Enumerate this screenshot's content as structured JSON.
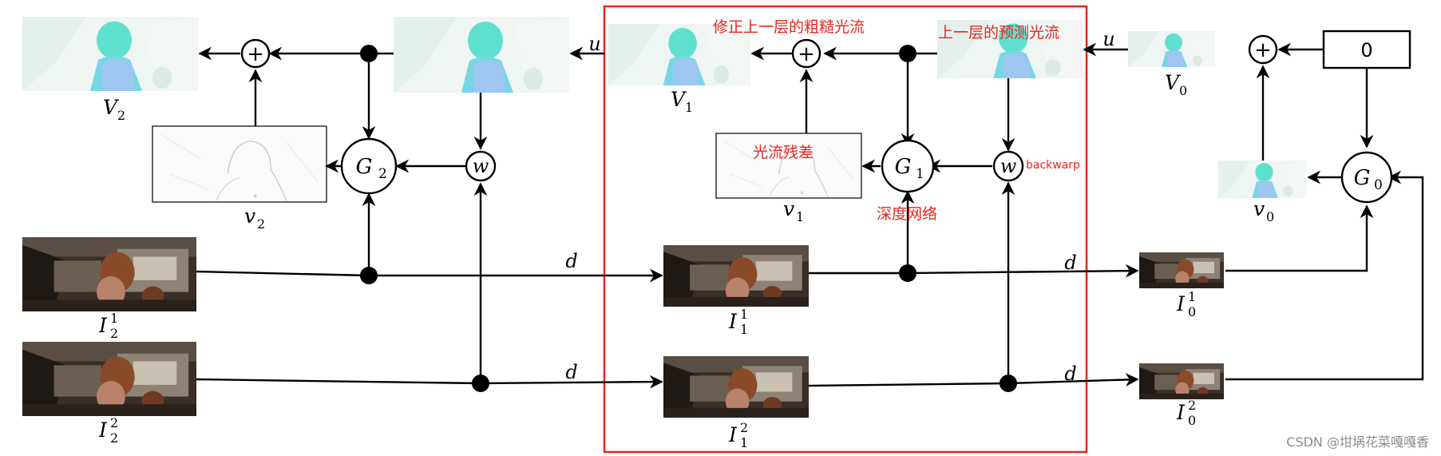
{
  "nodes": {
    "g2": {
      "main": "G",
      "sub": "2"
    },
    "g1": {
      "main": "G",
      "sub": "1"
    },
    "g0": {
      "main": "G",
      "sub": "0"
    },
    "warp": "w",
    "plus": "+",
    "zero_box": "0"
  },
  "labels": {
    "u": "u",
    "d": "d",
    "V2": {
      "main": "V",
      "sub": "2"
    },
    "V1": {
      "main": "V",
      "sub": "1"
    },
    "V0": {
      "main": "V",
      "sub": "0"
    },
    "v2": {
      "main": "v",
      "sub": "2"
    },
    "v1": {
      "main": "v",
      "sub": "1"
    },
    "v0": {
      "main": "v",
      "sub": "0"
    },
    "I21": {
      "main": "I",
      "sup": "1",
      "sub": "2"
    },
    "I22": {
      "main": "I",
      "sup": "2",
      "sub": "2"
    },
    "I11": {
      "main": "I",
      "sup": "1",
      "sub": "1"
    },
    "I12": {
      "main": "I",
      "sup": "2",
      "sub": "1"
    },
    "I01": {
      "main": "I",
      "sup": "1",
      "sub": "0"
    },
    "I02": {
      "main": "I",
      "sup": "2",
      "sub": "0"
    }
  },
  "annotations": {
    "refine_coarse": "修正上一层的粗糙光流",
    "prev_predicted": "上一层的预测光流",
    "flow_residual": "光流残差",
    "deep_network": "深度网络",
    "backwarp": "backwarp"
  },
  "watermark": "CSDN @坩埚花菜嘎嘎香",
  "colors": {
    "highlight_red": "#e8261e",
    "flow_cyan": "#5fe0cf",
    "flow_bg": "#eef5f3",
    "scene_dark": "#3a2e28",
    "hair_brown": "#8a4a2a"
  }
}
